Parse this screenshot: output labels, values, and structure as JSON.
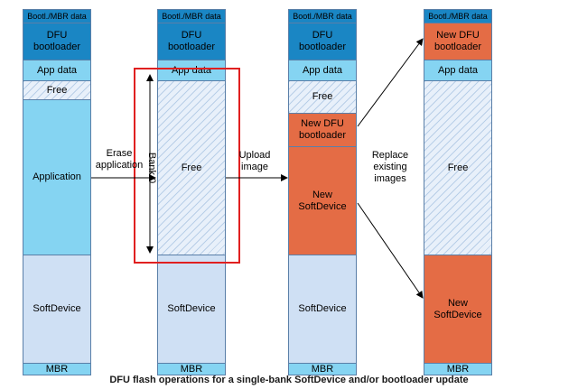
{
  "columns": [
    {
      "id": "col1",
      "blocks": [
        {
          "label": "Bootl./MBR data"
        },
        {
          "label": "DFU bootloader"
        },
        {
          "label": "App data"
        },
        {
          "label": "Free"
        },
        {
          "label": "Application"
        },
        {
          "label": "SoftDevice"
        },
        {
          "label": "MBR"
        }
      ]
    },
    {
      "id": "col2",
      "blocks": [
        {
          "label": "Bootl./MBR data"
        },
        {
          "label": "DFU bootloader"
        },
        {
          "label": "App data"
        },
        {
          "label": "Free"
        },
        {
          "label": "SoftDevice"
        },
        {
          "label": "MBR"
        }
      ]
    },
    {
      "id": "col3",
      "blocks": [
        {
          "label": "Bootl./MBR data"
        },
        {
          "label": "DFU bootloader"
        },
        {
          "label": "App data"
        },
        {
          "label": "Free"
        },
        {
          "label": "New DFU bootloader"
        },
        {
          "label": "New SoftDevice"
        },
        {
          "label": "SoftDevice"
        },
        {
          "label": "MBR"
        }
      ]
    },
    {
      "id": "col4",
      "blocks": [
        {
          "label": "Bootl./MBR data"
        },
        {
          "label": "New DFU bootloader"
        },
        {
          "label": "App data"
        },
        {
          "label": "Free"
        },
        {
          "label": "New SoftDevice"
        },
        {
          "label": "MBR"
        }
      ]
    }
  ],
  "arrows": {
    "erase": "Erase application",
    "upload": "Upload image",
    "replace": "Replace existing images"
  },
  "bank_label": "Bank 0",
  "caption": "DFU flash operations for a single-bank SoftDevice and/or bootloader update",
  "colors": {
    "dark_blue": "#1a86c4",
    "light_blue": "#85d4f2",
    "pale_blue": "#cfe0f4",
    "orange": "#e46c45",
    "highlight_red": "#e02020"
  }
}
